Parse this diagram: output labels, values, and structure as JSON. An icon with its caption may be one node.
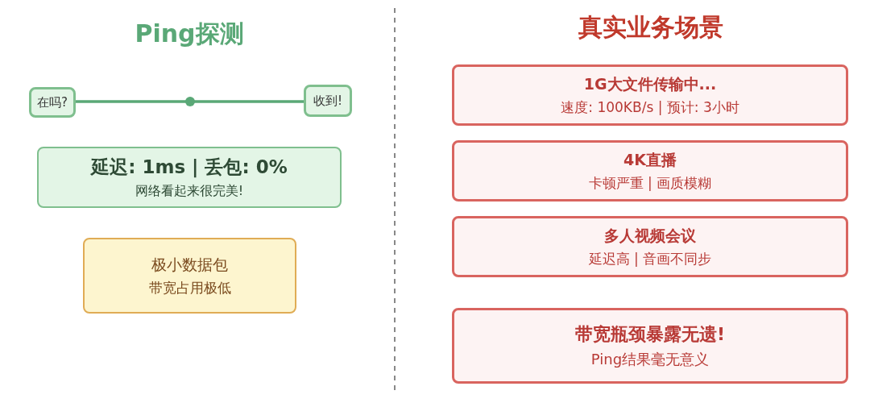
{
  "diagram": {
    "nodes": [
      {
        "text": [
          "在吗?"
        ]
      },
      {
        "text": [
          "收到!"
        ]
      },
      {
        "text": [
          "延迟: 1ms | 丢包: 0%",
          "网络看起来很完美!"
        ]
      },
      {
        "text": [
          "极小数据包",
          "带宽占用极低"
        ]
      },
      {
        "text": [
          "1G大文件传输中...",
          "速度: 100KB/s | 预计: 3小时"
        ]
      },
      {
        "text": [
          "4K直播",
          "卡顿严重 | 画质模糊"
        ]
      },
      {
        "text": [
          "多人视频会议",
          "延迟高 | 音画不同步"
        ]
      },
      {
        "text": [
          "带宽瓶颈暴露无遗!",
          "Ping结果毫无意义"
        ]
      }
    ],
    "edges": [
      {
        "from": 0,
        "to": 1,
        "arrow": "none"
      }
    ],
    "labels": [
      "Ping探测",
      "真实业务场景"
    ]
  }
}
